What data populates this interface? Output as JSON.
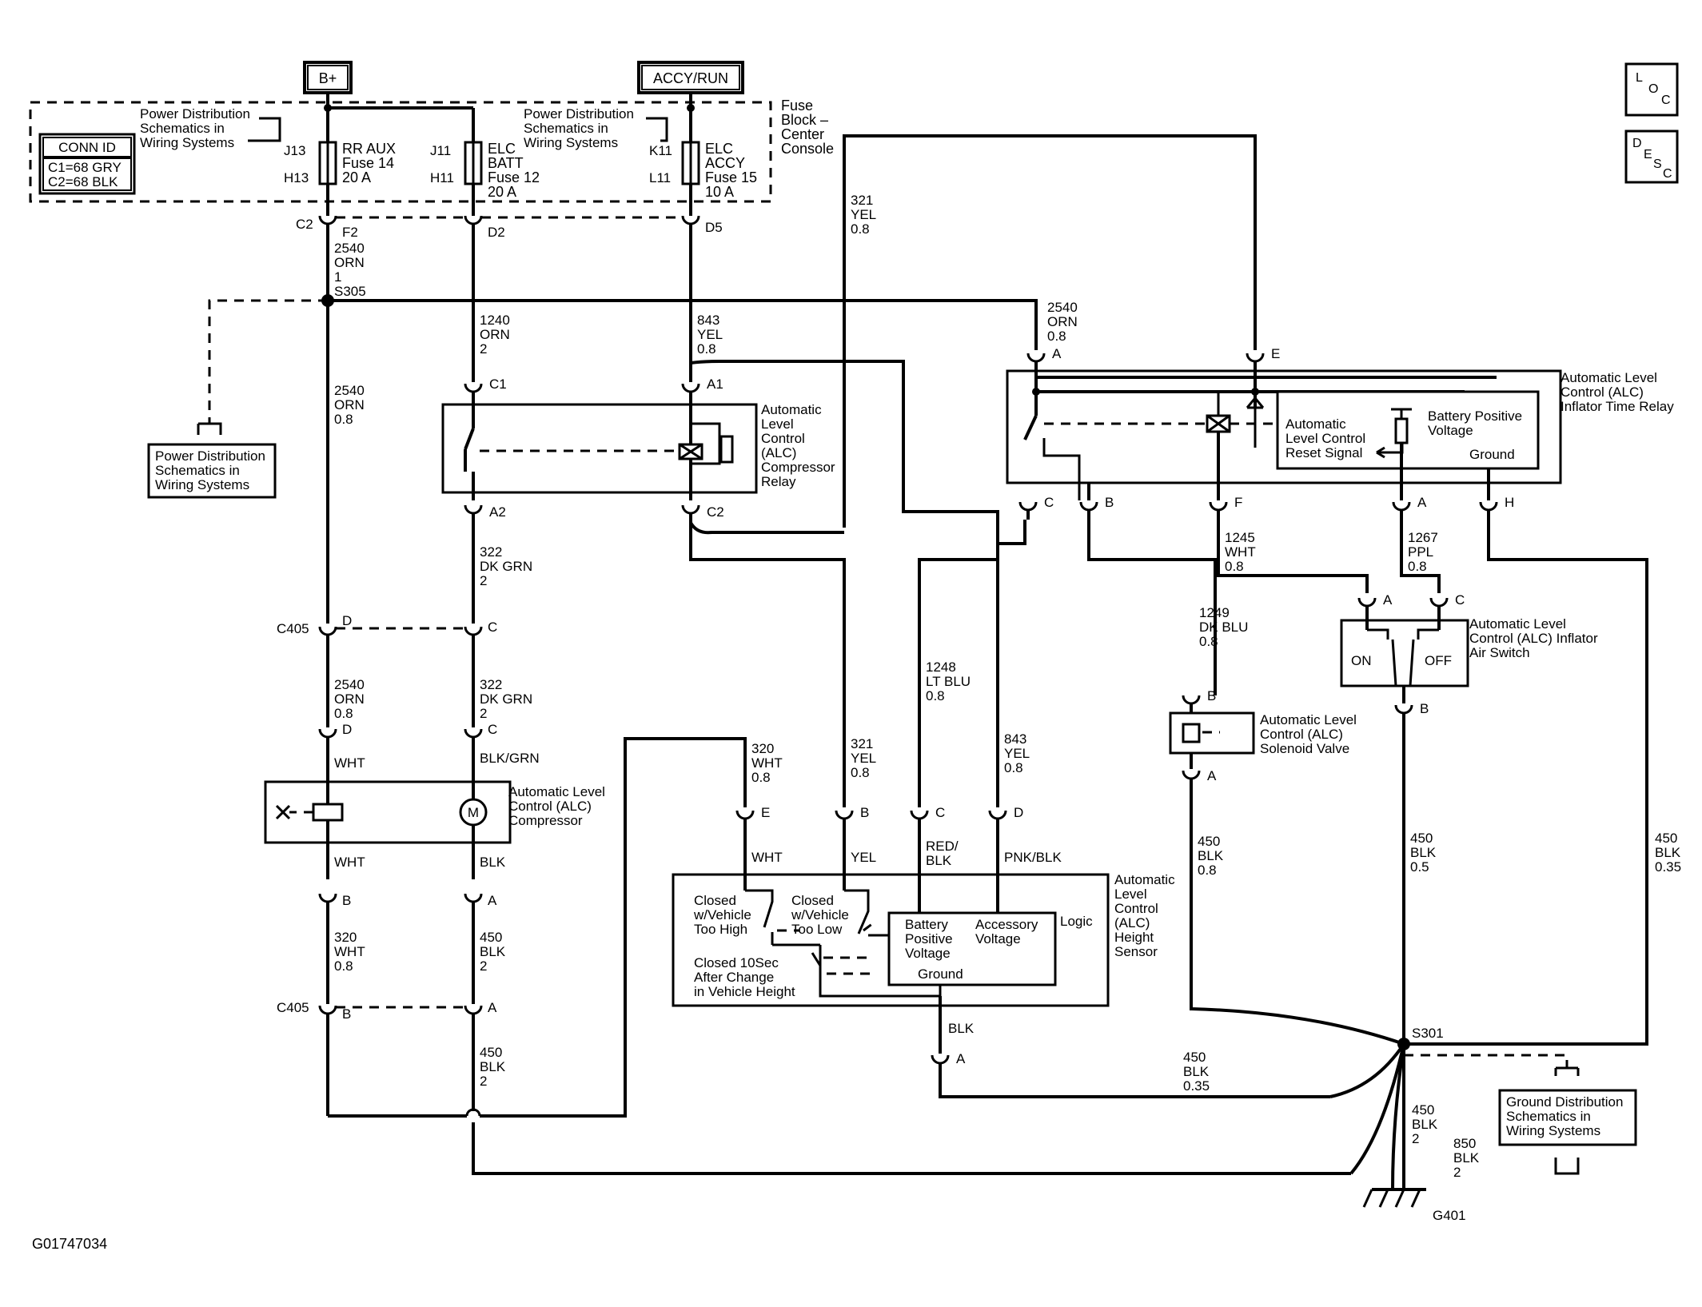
{
  "power": {
    "bplus": "B+",
    "accy_run": "ACCY/RUN"
  },
  "fuse_block": {
    "label": [
      "Fuse",
      "Block –",
      "Center",
      "Console"
    ],
    "conn_id": {
      "title": "CONN ID",
      "c1": "C1=68 GRY",
      "c2": "C2=68 BLK"
    },
    "power_dist_ref_left": [
      "Power Distribution",
      "Schematics in",
      "Wiring Systems"
    ],
    "power_dist_ref_right": [
      "Power Distribution",
      "Schematics in",
      "Wiring Systems"
    ],
    "fuse14": {
      "top_pin": "J13",
      "bot_pin": "H13",
      "lines": [
        "RR AUX",
        "Fuse 14",
        "20 A"
      ]
    },
    "fuse12": {
      "top_pin": "J11",
      "bot_pin": "H11",
      "lines": [
        "ELC",
        "BATT",
        "Fuse 12",
        "20 A"
      ]
    },
    "fuse15": {
      "top_pin": "K11",
      "bot_pin": "L11",
      "lines": [
        "ELC",
        "ACCY",
        "Fuse 15",
        "10 A"
      ]
    }
  },
  "connectors": {
    "c2": "C2",
    "f2": "F2",
    "d2": "D2",
    "d5": "D5",
    "s305": "S305",
    "s301": "S301",
    "g401": "G401",
    "c405_top": "C405",
    "c405_bot": "C405",
    "pin_d": "D",
    "pin_c": "C",
    "pin_b": "B",
    "pin_a": "A",
    "pin_e": "E",
    "pin_f": "F",
    "pin_h": "H",
    "pin_a1": "A1",
    "pin_a2": "A2",
    "pin_c1": "C1",
    "pin_c2": "C2"
  },
  "wires": {
    "w2540_top": [
      "2540",
      "ORN",
      "1"
    ],
    "w2540_left": [
      "2540",
      "ORN",
      "0.8"
    ],
    "w2540_mid": [
      "2540",
      "ORN",
      "0.8"
    ],
    "w2540_right": [
      "2540",
      "ORN",
      "0.8"
    ],
    "w1240": [
      "1240",
      "ORN",
      "2"
    ],
    "w843_top": [
      "843",
      "YEL",
      "0.8"
    ],
    "w843_low": [
      "843",
      "YEL",
      "0.8"
    ],
    "w321_top": [
      "321",
      "YEL",
      "0.8"
    ],
    "w321_low": [
      "321",
      "YEL",
      "0.8"
    ],
    "w322_a": [
      "322",
      "DK GRN",
      "2"
    ],
    "w322_b": [
      "322",
      "DK GRN",
      "2"
    ],
    "w320_a": [
      "320",
      "WHT",
      "0.8"
    ],
    "w320_b": [
      "320",
      "WHT",
      "0.8"
    ],
    "w1248": [
      "1248",
      "LT BLU",
      "0.8"
    ],
    "w1245": [
      "1245",
      "WHT",
      "0.8"
    ],
    "w1249": [
      "1249",
      "DK BLU",
      "0.8"
    ],
    "w1267": [
      "1267",
      "PPL",
      "0.8"
    ],
    "w450_sol": [
      "450",
      "BLK",
      "0.8"
    ],
    "w450_sw": [
      "450",
      "BLK",
      "0.5"
    ],
    "w450_relay": [
      "450",
      "BLK",
      "0.35"
    ],
    "w450_comp1": [
      "450",
      "BLK",
      "2"
    ],
    "w450_comp2": [
      "450",
      "BLK",
      "2"
    ],
    "w450_sensor": [
      "450",
      "BLK",
      "0.35"
    ],
    "w450_g": [
      "450",
      "BLK",
      "2"
    ],
    "w850": [
      "850",
      "BLK",
      "2"
    ],
    "c_wht1": "WHT",
    "c_blkgrn": "BLK/GRN",
    "c_wht2": "WHT",
    "c_blk": "BLK",
    "s_wht": "WHT",
    "s_yel": "YEL",
    "s_redblk": [
      "RED/",
      "BLK"
    ],
    "s_pnkblk": "PNK/BLK",
    "s_blk": "BLK"
  },
  "components": {
    "compressor_relay": [
      "Automatic",
      "Level",
      "Control",
      "(ALC)",
      "Compressor",
      "Relay"
    ],
    "compressor": [
      "Automatic Level",
      "Control (ALC)",
      "Compressor"
    ],
    "compressor_motor": "M",
    "inflator_relay": [
      "Automatic Level",
      "Control (ALC)",
      "Inflator Time Relay"
    ],
    "relay_reset": [
      "Automatic",
      "Level Control",
      "Reset Signal"
    ],
    "relay_batt": [
      "Battery Positive",
      "Voltage"
    ],
    "relay_ground": "Ground",
    "air_switch": [
      "Automatic Level",
      "Control (ALC) Inflator",
      "Air Switch"
    ],
    "switch_on": "ON",
    "switch_off": "OFF",
    "solenoid": [
      "Automatic Level",
      "Control (ALC)",
      "Solenoid Valve"
    ],
    "height_sensor": [
      "Automatic",
      "Level",
      "Control",
      "(ALC)",
      "Height",
      "Sensor"
    ],
    "sensor_high": [
      "Closed",
      "w/Vehicle",
      "Too High"
    ],
    "sensor_low": [
      "Closed",
      "w/Vehicle",
      "Too Low"
    ],
    "sensor_delay": [
      "Closed 10Sec",
      "After Change",
      "in Vehicle Height"
    ],
    "sensor_logic": "Logic",
    "sensor_batt": [
      "Battery",
      "Positive",
      "Voltage"
    ],
    "sensor_accy": [
      "Accessory",
      "Voltage"
    ],
    "sensor_ground": "Ground",
    "pd_ref_lower": [
      "Power Distribution",
      "Schematics in",
      "Wiring Systems"
    ],
    "gd_ref": [
      "Ground Distribution",
      "Schematics in",
      "Wiring Systems"
    ]
  },
  "corner": {
    "loc": [
      "L",
      "O",
      "C"
    ],
    "desc": [
      "D",
      "E",
      "S",
      "C"
    ]
  },
  "figure_id": "G01747034"
}
